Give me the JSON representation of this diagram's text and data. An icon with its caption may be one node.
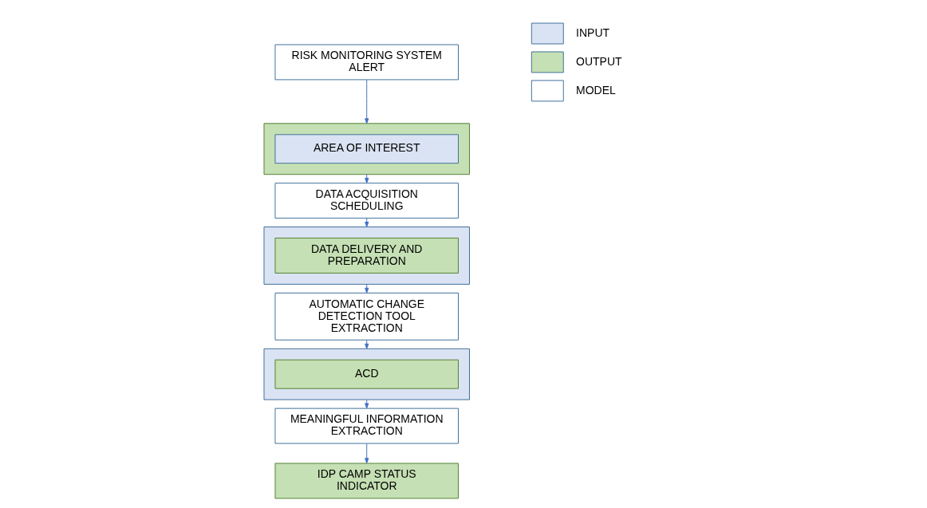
{
  "diagram": {
    "nodes": [
      {
        "text": [
          "RISK MONITORING SYSTEM ALERT"
        ]
      },
      {
        "text": [],
        "shape": "box"
      },
      {
        "text": [
          "AREA OF INTEREST"
        ],
        "in": 1
      },
      {
        "text": [
          "DATA ACQUISITION SCHEDULING"
        ]
      },
      {
        "text": [],
        "shape": "box"
      },
      {
        "text": [
          "DATA DELIVERY AND PREPARATION"
        ],
        "in": 4
      },
      {
        "text": [
          "AUTOMATIC CHANGE DETECTION TOOL EXTRACTION"
        ]
      },
      {
        "text": [],
        "shape": "box"
      },
      {
        "text": [
          "ACD"
        ],
        "in": 7
      },
      {
        "text": [
          "MEANINGFUL INFORMATION EXTRACTION"
        ]
      },
      {
        "text": [
          "IDP CAMP STATUS INDICATOR"
        ]
      }
    ],
    "edges": [
      {
        "from": 0,
        "to": 1,
        "arrow": "to"
      },
      {
        "from": 1,
        "to": 3,
        "arrow": "to"
      },
      {
        "from": 3,
        "to": 4,
        "arrow": "to"
      },
      {
        "from": 4,
        "to": 6,
        "arrow": "to"
      },
      {
        "from": 6,
        "to": 7,
        "arrow": "to"
      },
      {
        "from": 7,
        "to": 9,
        "arrow": "to"
      },
      {
        "from": 9,
        "to": 10,
        "arrow": "to"
      }
    ],
    "legend": [
      {
        "text": "INPUT",
        "color": "#dae3f3"
      },
      {
        "text": "OUTPUT",
        "color": "#c5e0b4"
      },
      {
        "text": "MODEL",
        "color": "#ffffff"
      }
    ]
  }
}
